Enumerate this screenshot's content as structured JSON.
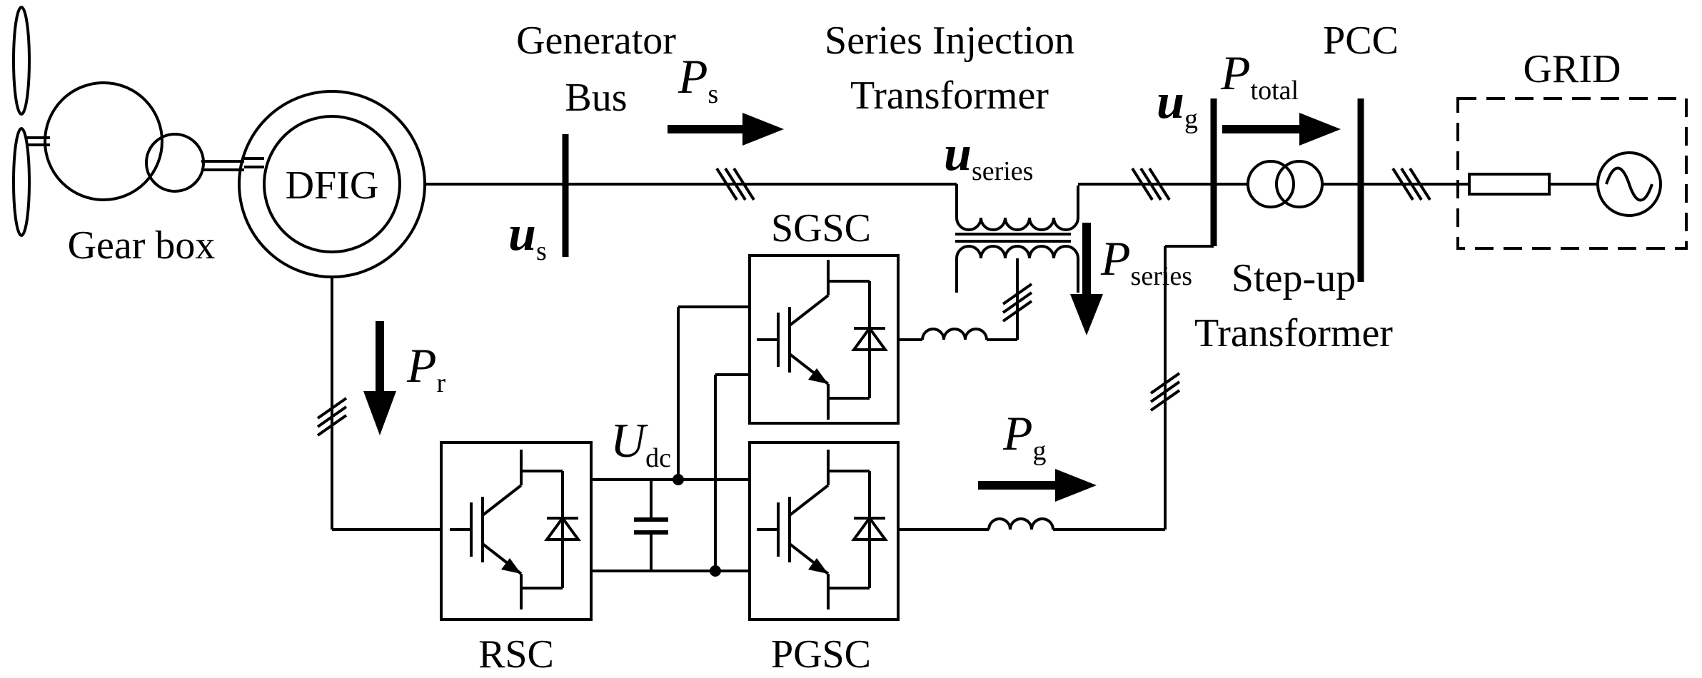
{
  "labels": {
    "generator_bus_line1": "Generator",
    "generator_bus_line2": "Bus",
    "series_transformer_line1": "Series Injection",
    "series_transformer_line2": "Transformer",
    "pcc": "PCC",
    "grid": "GRID",
    "gear_box": "Gear box",
    "dfig": "DFIG",
    "sgsc": "SGSC",
    "rsc": "RSC",
    "pgsc": "PGSC",
    "stepup_line1": "Step-up",
    "stepup_line2": "Transformer"
  },
  "symbols": {
    "ps": {
      "main": "P",
      "sub": "s"
    },
    "ptotal": {
      "main": "P",
      "sub": "total"
    },
    "pseries": {
      "main": "P",
      "sub": "series"
    },
    "pr": {
      "main": "P",
      "sub": "r"
    },
    "pg": {
      "main": "P",
      "sub": "g"
    },
    "udc": {
      "main": "U",
      "sub": "dc"
    },
    "us": {
      "main": "u",
      "sub": "s"
    },
    "useries": {
      "main": "u",
      "sub": "series"
    },
    "ug": {
      "main": "u",
      "sub": "g"
    }
  }
}
